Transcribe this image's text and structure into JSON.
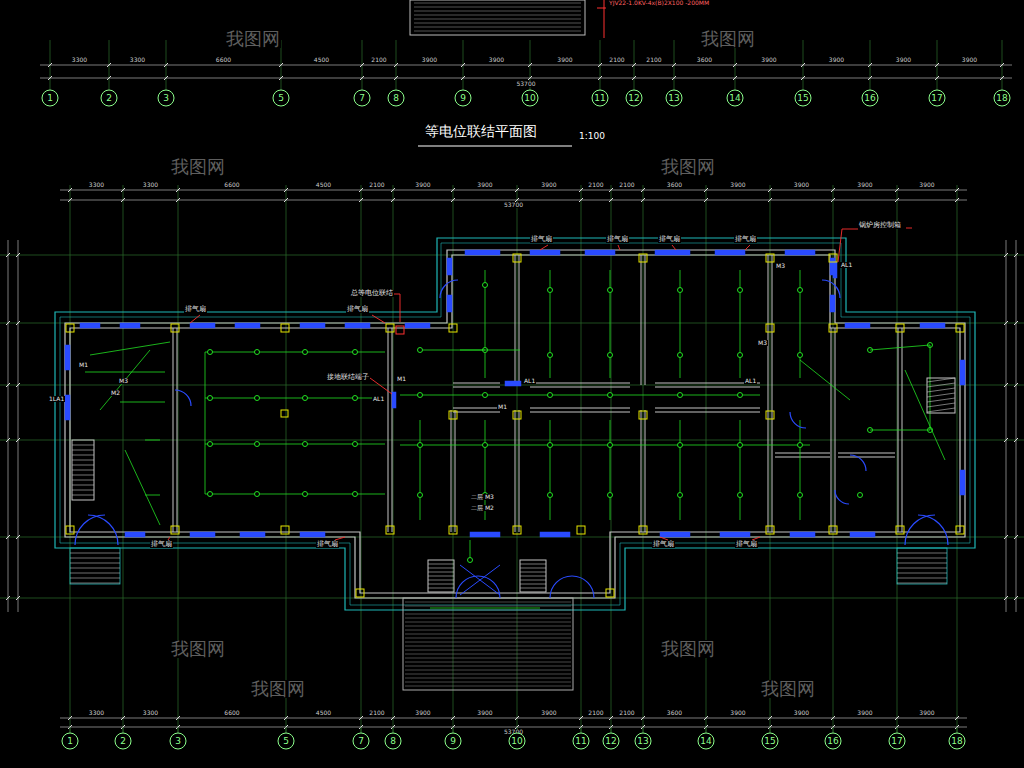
{
  "diagram": {
    "title": "等电位联结平面图",
    "nodes": [
      {
        "text": [
          "1"
        ]
      },
      {
        "text": [
          "2"
        ]
      },
      {
        "text": [
          "3"
        ]
      },
      {
        "text": [
          "5"
        ]
      },
      {
        "text": [
          "7"
        ]
      },
      {
        "text": [
          "8"
        ]
      },
      {
        "text": [
          "9"
        ]
      },
      {
        "text": [
          "10"
        ]
      },
      {
        "text": [
          "11"
        ]
      },
      {
        "text": [
          "12"
        ]
      },
      {
        "text": [
          "13"
        ]
      },
      {
        "text": [
          "14"
        ]
      },
      {
        "text": [
          "15"
        ]
      },
      {
        "text": [
          "16"
        ]
      },
      {
        "text": [
          "17"
        ]
      },
      {
        "text": [
          "18"
        ]
      },
      {
        "text": [
          "1"
        ]
      },
      {
        "text": [
          "2"
        ]
      },
      {
        "text": [
          "3"
        ]
      },
      {
        "text": [
          "5"
        ]
      },
      {
        "text": [
          "7"
        ]
      },
      {
        "text": [
          "8"
        ]
      },
      {
        "text": [
          "9"
        ]
      },
      {
        "text": [
          "10"
        ]
      },
      {
        "text": [
          "11"
        ]
      },
      {
        "text": [
          "12"
        ]
      },
      {
        "text": [
          "13"
        ]
      },
      {
        "text": [
          "14"
        ]
      },
      {
        "text": [
          "15"
        ]
      },
      {
        "text": [
          "16"
        ]
      },
      {
        "text": [
          "17"
        ]
      },
      {
        "text": [
          "18"
        ]
      }
    ],
    "labels": [
      "YJV22-1.0KV-4x(B)2X100 -200MM",
      "1:100",
      "排气扇",
      "排气扇",
      "排气扇",
      "排气扇",
      "排气扇",
      "排气扇",
      "排气扇",
      "排气扇",
      "排气扇",
      "排气扇",
      "锅炉房控制箱",
      "总等电位联结",
      "接地联结端子",
      "1LA1",
      "AL1",
      "AL1",
      "AL1",
      "AL1",
      "M1",
      "M2",
      "M3",
      "M1",
      "M1",
      "M3",
      "M3",
      "二层 M3",
      "二层 M2",
      "我图网",
      "我图网",
      "我图网",
      "我图网",
      "我图网",
      "我图网",
      "我图网",
      "我图网",
      "3300",
      "3300",
      "6600",
      "4500",
      "2100",
      "3900",
      "3900",
      "3900",
      "2100",
      "2100",
      "3600",
      "3900",
      "3900",
      "3900",
      "3900",
      "3300",
      "3300",
      "6600",
      "4500",
      "2100",
      "3900",
      "3900",
      "3900",
      "2100",
      "2100",
      "3600",
      "3900",
      "3900",
      "3900",
      "3900",
      "3300",
      "3300",
      "6600",
      "4500",
      "2100",
      "3900",
      "3900",
      "3900",
      "2100",
      "2100",
      "3600",
      "3900",
      "3900",
      "3900",
      "3900",
      "53700",
      "53700",
      "53700"
    ]
  }
}
